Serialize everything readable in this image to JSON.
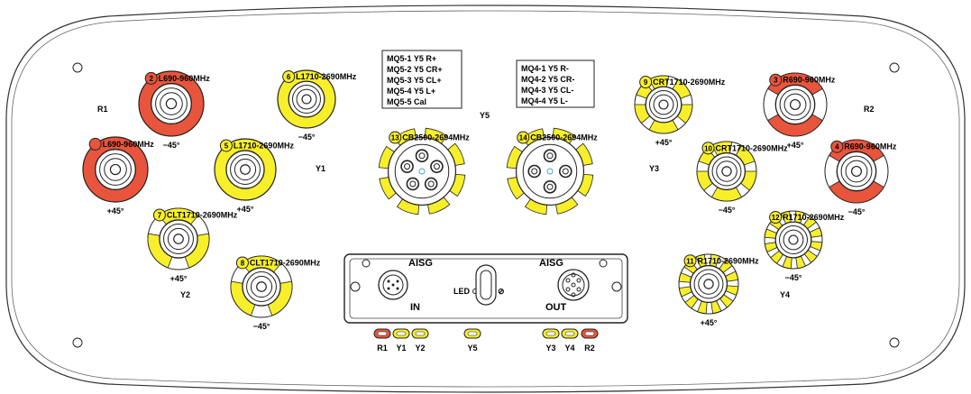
{
  "colors": {
    "red": "#e8553c",
    "yellow": "#f7ef2a",
    "outline": "#222222",
    "background": "#ffffff"
  },
  "groups": {
    "r1": "R1",
    "r2": "R2",
    "y1": "Y1",
    "y2": "Y2",
    "y3": "Y3",
    "y4": "Y4",
    "y5": "Y5"
  },
  "ports": [
    {
      "id": "p-r1-1",
      "badge": "",
      "label": "L690-960MHz",
      "tilt": "+45°",
      "color": "red",
      "icon": "rf-connector-icon"
    },
    {
      "id": "p-r1-2",
      "badge": "2",
      "label": "L690-960MHz",
      "tilt": "−45°",
      "color": "red",
      "icon": "rf-connector-icon"
    },
    {
      "id": "p-y1-6",
      "badge": "6",
      "label": "L1710-2690MHz",
      "tilt": "−45°",
      "color": "yellow",
      "icon": "rf-connector-icon"
    },
    {
      "id": "p-y1-5",
      "badge": "5",
      "label": "L1710-2690MHz",
      "tilt": "+45°",
      "color": "yellow",
      "icon": "rf-connector-icon"
    },
    {
      "id": "p-y2-7",
      "badge": "7",
      "label": "CLT1710-2690MHz",
      "tilt": "+45°",
      "color": "yellow",
      "icon": "rf-connector-icon"
    },
    {
      "id": "p-y2-8",
      "badge": "8",
      "label": "CLT1710-2690MHz",
      "tilt": "−45°",
      "color": "yellow",
      "icon": "rf-connector-icon"
    },
    {
      "id": "p-y3-9",
      "badge": "9",
      "label": "CRT1710-2690MHz",
      "tilt": "+45°",
      "color": "yellow",
      "icon": "rf-connector-icon"
    },
    {
      "id": "p-y3-10",
      "badge": "10",
      "label": "CRT1710-2690MHz",
      "tilt": "−45°",
      "color": "yellow",
      "icon": "rf-connector-icon"
    },
    {
      "id": "p-r2-3",
      "badge": "3",
      "label": "R690-960MHz",
      "tilt": "+45°",
      "color": "red",
      "icon": "rf-connector-icon"
    },
    {
      "id": "p-r2-4",
      "badge": "4",
      "label": "R690-960MHz",
      "tilt": "−45°",
      "color": "red",
      "icon": "rf-connector-icon"
    },
    {
      "id": "p-y4-12",
      "badge": "12",
      "label": "R1710-2690MHz",
      "tilt": "−45°",
      "color": "yellow",
      "icon": "rf-connector-icon"
    },
    {
      "id": "p-y4-11",
      "badge": "11",
      "label": "R1710-2690MHz",
      "tilt": "+45°",
      "color": "yellow",
      "icon": "rf-connector-icon"
    },
    {
      "id": "p-y5-13",
      "badge": "13",
      "label": "CB2500-2694MHz",
      "tilt": "",
      "color": "yellow",
      "icon": "multi-pin-connector-icon"
    },
    {
      "id": "p-y5-14",
      "badge": "14",
      "label": "CB2500-2694MHz",
      "tilt": "",
      "color": "yellow",
      "icon": "multi-pin-connector-icon"
    }
  ],
  "mq5_legend": [
    "MQ5-1 Y5 R+",
    "MQ5-2 Y5 CR+",
    "MQ5-3 Y5 CL+",
    "MQ5-4 Y5 L+",
    "MQ5-5 Cal"
  ],
  "mq4_legend": [
    "MQ4-1 Y5 R-",
    "MQ4-2 Y5 CR-",
    "MQ4-3 Y5 CL-",
    "MQ4-4 Y5 L-"
  ],
  "aisg": {
    "title_in": "AISG",
    "title_out": "AISG",
    "in": "IN",
    "out": "OUT",
    "led": "LED"
  },
  "indicators": [
    {
      "label": "R1",
      "color": "red"
    },
    {
      "label": "Y1",
      "color": "yellow"
    },
    {
      "label": "Y2",
      "color": "yellow"
    },
    {
      "label": "Y5",
      "color": "yellow"
    },
    {
      "label": "Y3",
      "color": "yellow"
    },
    {
      "label": "Y4",
      "color": "yellow"
    },
    {
      "label": "R2",
      "color": "red"
    }
  ]
}
